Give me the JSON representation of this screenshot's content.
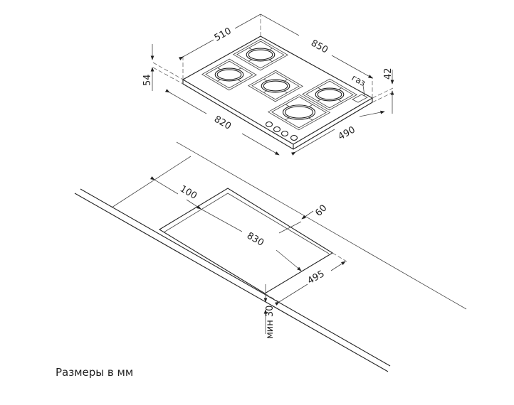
{
  "hob": {
    "depth_top": "510",
    "width_top": "850",
    "width_front": "820",
    "depth_side": "490",
    "height_left": "54",
    "height_right": "42",
    "gas_label": "газ"
  },
  "cutout": {
    "back_margin": "100",
    "side_margin": "60",
    "length": "830",
    "depth": "495",
    "min_thickness": "мин 30"
  },
  "footer": {
    "units_note": "Размеры в мм"
  }
}
